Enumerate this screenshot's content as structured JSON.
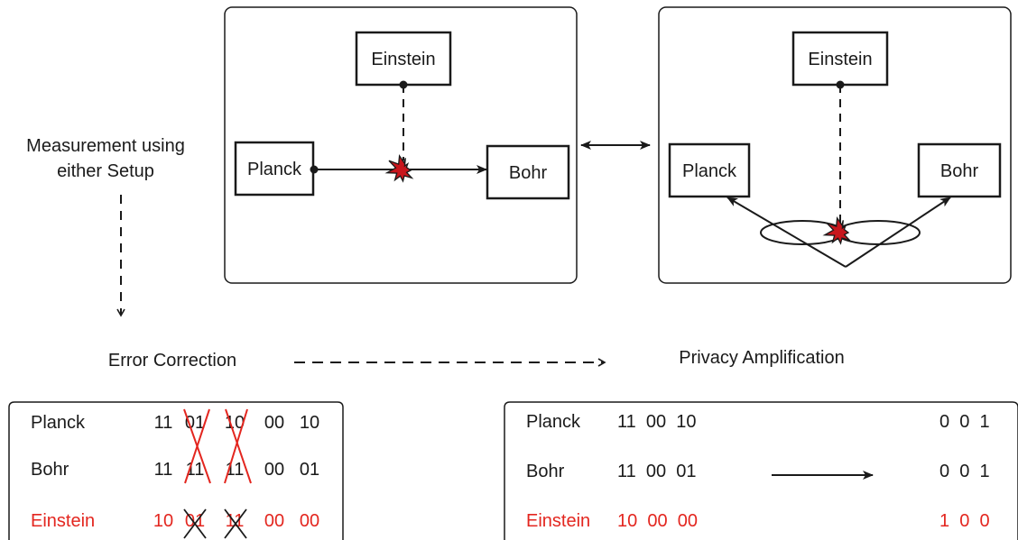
{
  "measurement": {
    "line1": "Measurement using",
    "line2": "either Setup"
  },
  "setup_left": {
    "einstein": "Einstein",
    "planck": "Planck",
    "bohr": "Bohr"
  },
  "setup_right": {
    "einstein": "Einstein",
    "planck": "Planck",
    "bohr": "Bohr"
  },
  "steps": {
    "error_correction": "Error Correction",
    "privacy_amplification": "Privacy Amplification"
  },
  "error_table": {
    "rows": [
      {
        "name": "Planck",
        "bits": [
          "11",
          "01",
          "10",
          "00",
          "10"
        ]
      },
      {
        "name": "Bohr",
        "bits": [
          "11",
          "11",
          "11",
          "00",
          "01"
        ]
      },
      {
        "name": "Einstein",
        "bits": [
          "10",
          "01",
          "11",
          "00",
          "00"
        ]
      }
    ]
  },
  "privacy_table": {
    "rows": [
      {
        "name": "Planck",
        "bits": "11  00  10",
        "result": "0  0  1"
      },
      {
        "name": "Bohr",
        "bits": "11  00  01",
        "result": "0  0  1"
      },
      {
        "name": "Einstein",
        "bits": "10  00  00",
        "result": "1  0  0"
      }
    ]
  },
  "colors": {
    "line": "#1a1a1a",
    "eavesdropper": "#e3261f",
    "star": "#c8161d"
  }
}
